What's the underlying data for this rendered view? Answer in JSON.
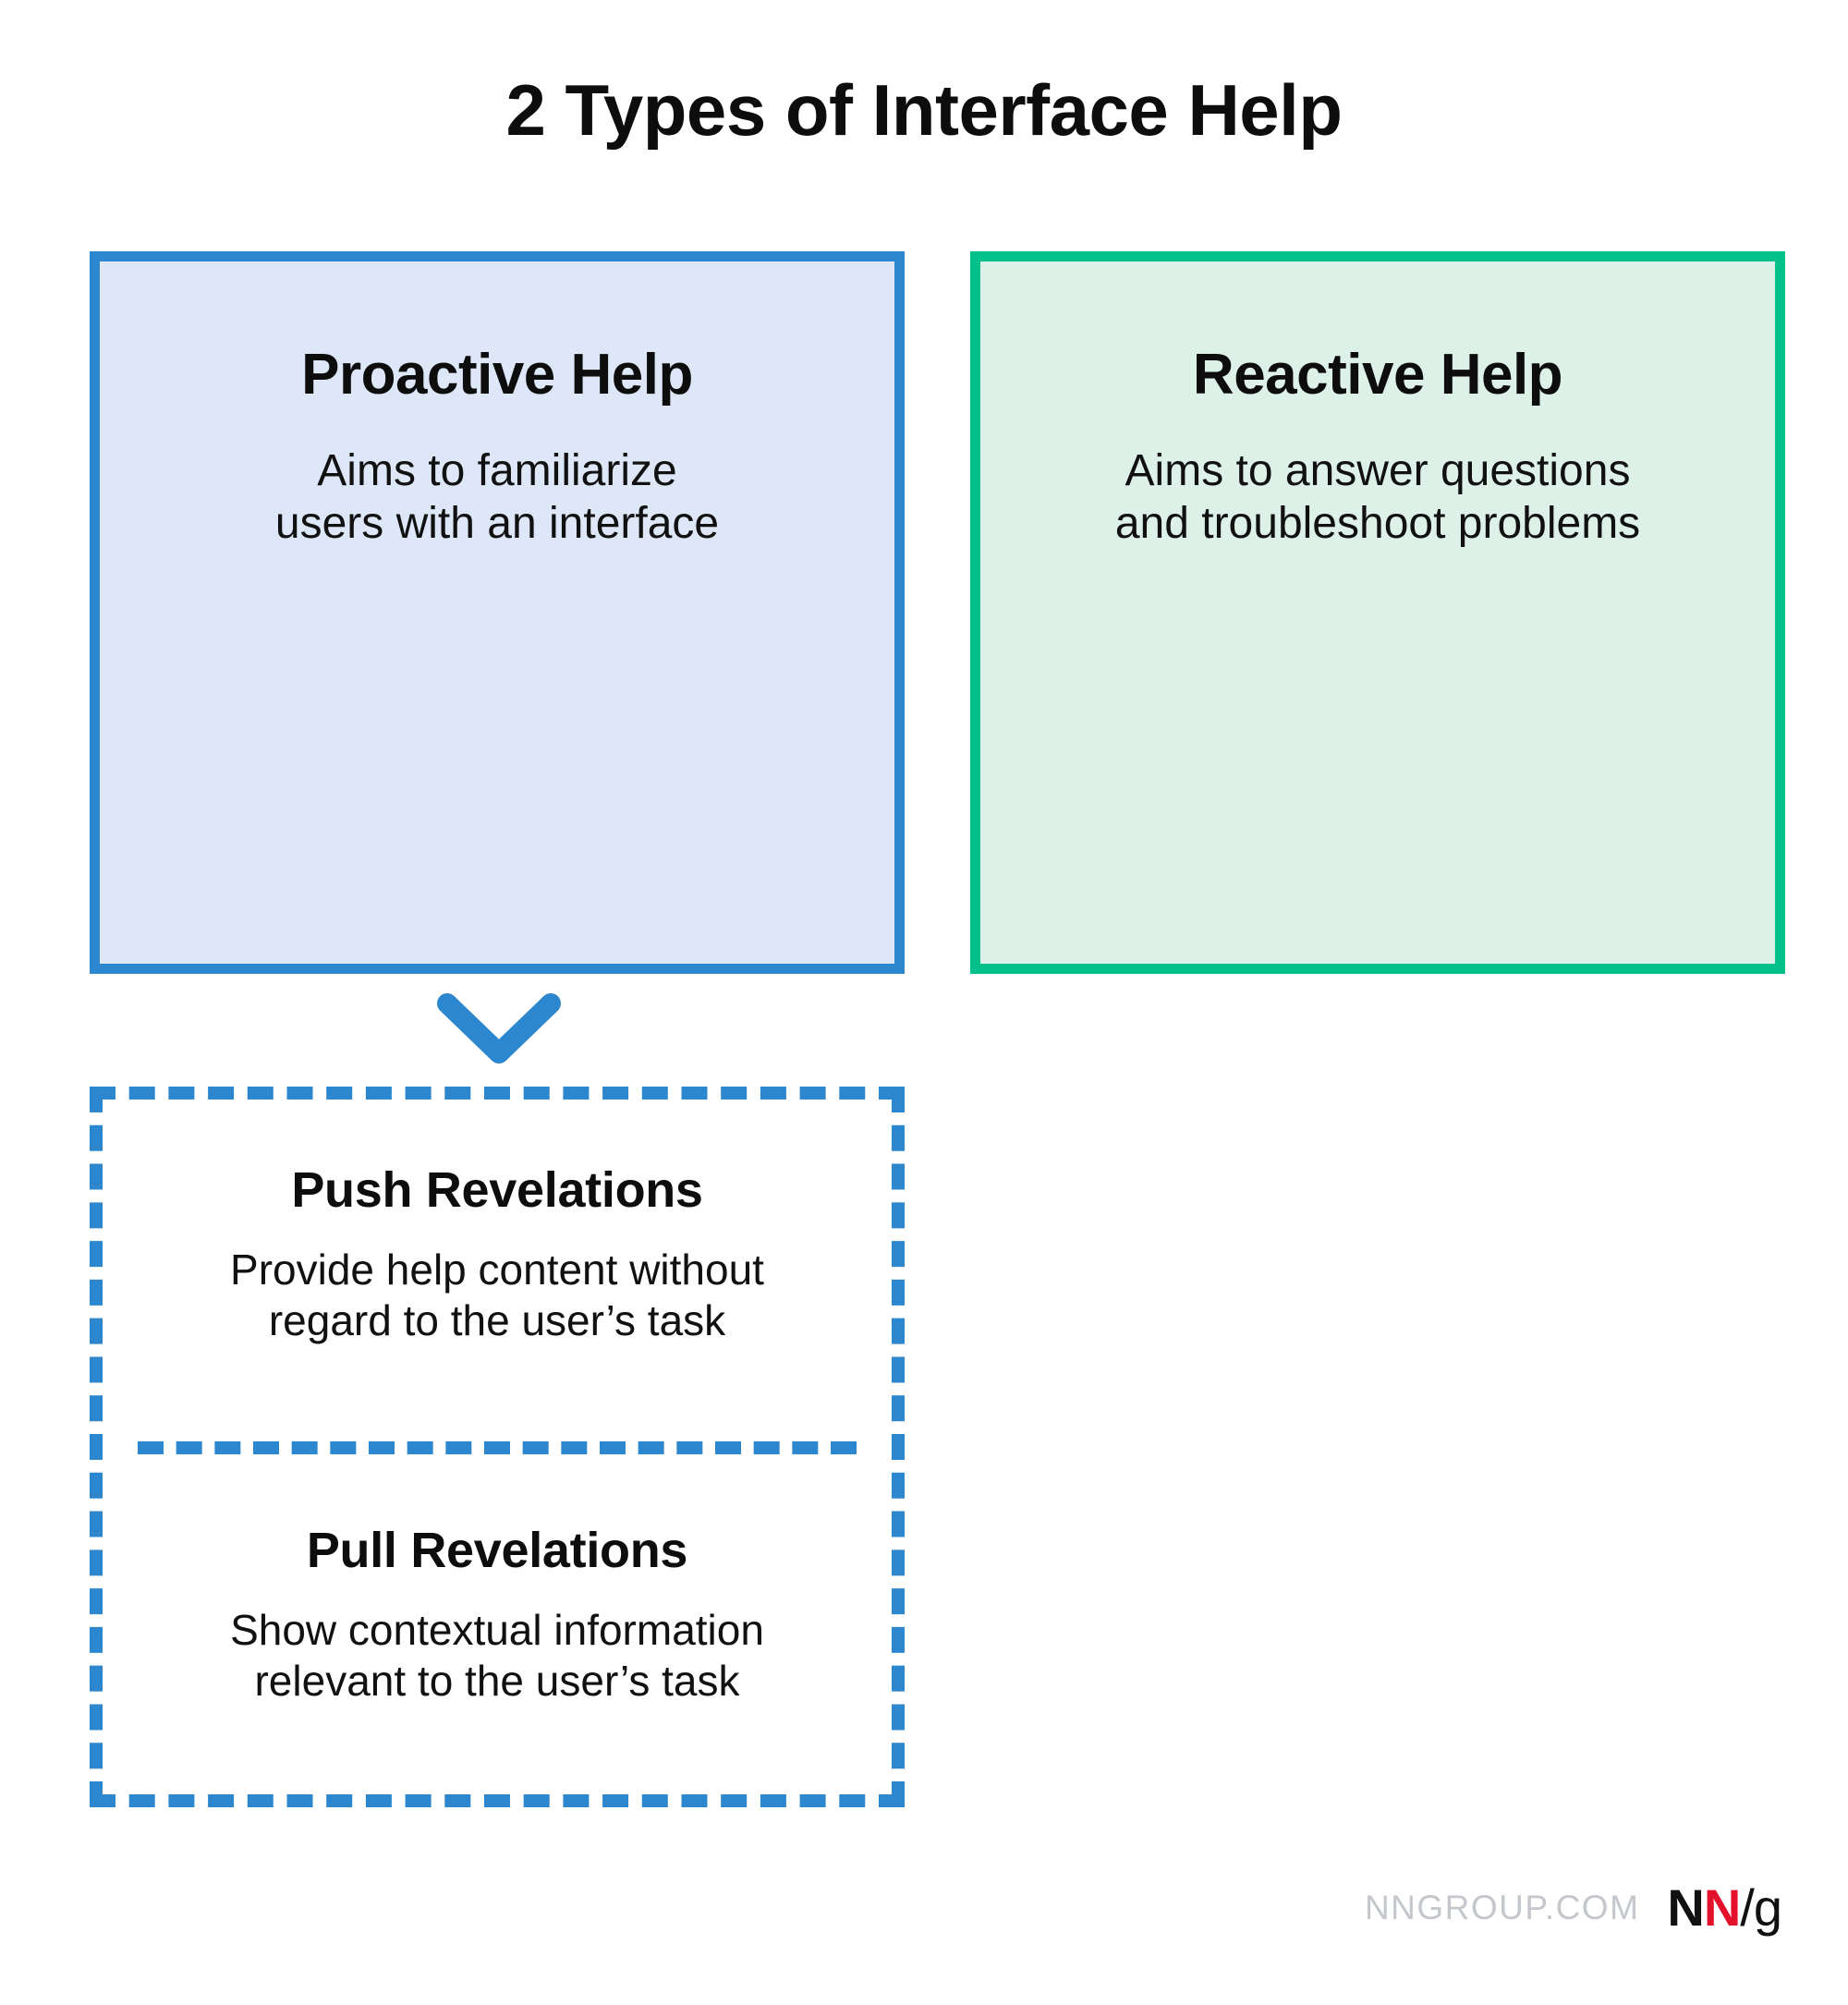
{
  "page": {
    "title": "2 Types of Interface Help",
    "background_color": "#ffffff"
  },
  "colors": {
    "blue_border": "#2c87ce",
    "blue_fill": "#dde7f7",
    "green_border": "#04c08b",
    "green_fill": "#ddf1e9",
    "text": "#0d0d0d",
    "footer_url": "#c4c8cc",
    "logo_red": "#e3112c"
  },
  "cards": [
    {
      "id": "proactive",
      "heading": "Proactive Help",
      "description": "Aims to familiarize\nusers with an interface",
      "description_line1": "Aims to familiarize",
      "description_line2": "users with an interface",
      "accent_color": "#2c87ce",
      "fill_color": "#dde7f7"
    },
    {
      "id": "reactive",
      "heading": "Reactive Help",
      "description": "Aims to answer questions\nand troubleshoot problems",
      "description_line1": "Aims to answer questions",
      "description_line2": "and troubleshoot problems",
      "accent_color": "#04c08b",
      "fill_color": "#ddf1e9"
    }
  ],
  "connector": {
    "icon": "chevron-down-icon",
    "color": "#2c87ce",
    "from": "proactive",
    "to": "revelations-group"
  },
  "revelations": {
    "border_style": "dashed",
    "border_color": "#2c87ce",
    "sections": [
      {
        "id": "push",
        "heading": "Push Revelations",
        "description_line1": "Provide help content without",
        "description_line2": "regard to the user’s task"
      },
      {
        "id": "pull",
        "heading": "Pull Revelations",
        "description_line1": "Show contextual information",
        "description_line2": "relevant to the user’s task"
      }
    ]
  },
  "footer": {
    "url": "NNGROUP.COM",
    "logo": {
      "n1": "N",
      "n2": "N",
      "slash_g": "/g"
    }
  }
}
